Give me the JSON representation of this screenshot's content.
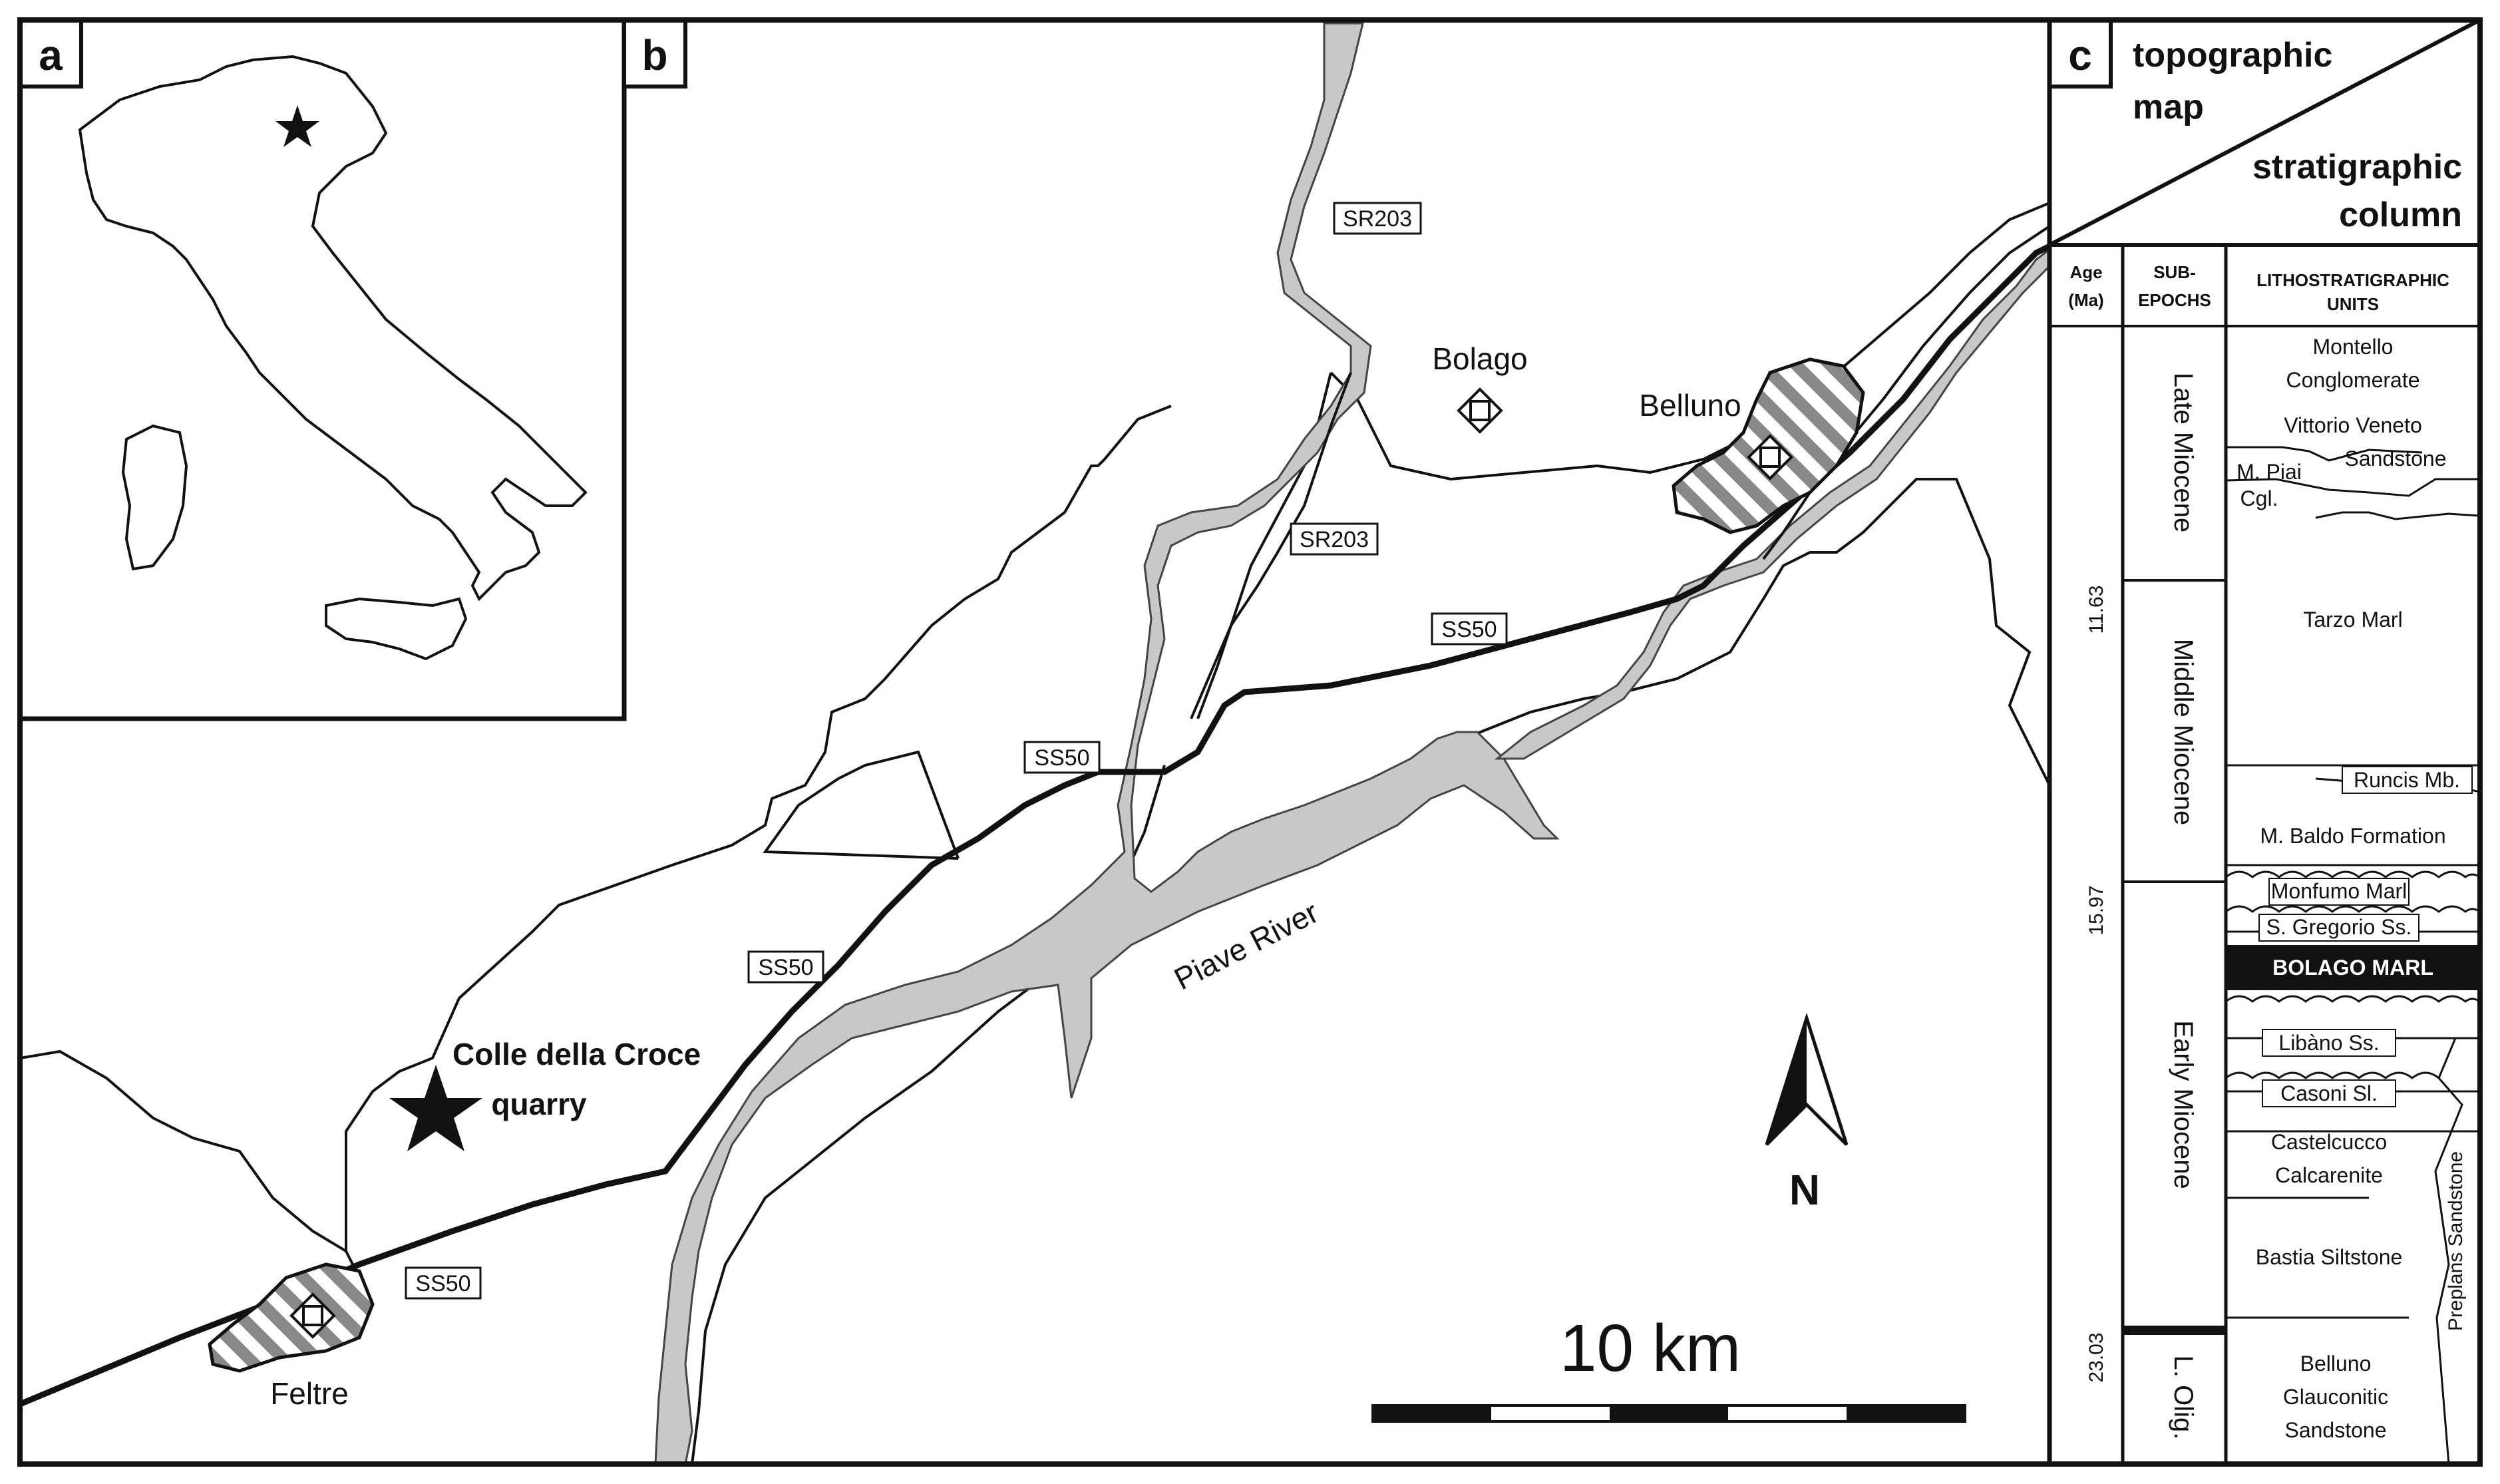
{
  "panels": {
    "a": "a",
    "b": "b",
    "c": "c"
  },
  "map": {
    "roads": {
      "sr203_north": "SR203",
      "sr203_south": "SR203",
      "ss50_belluno": "SS50",
      "ss50_center": "SS50",
      "ss50_mid": "SS50",
      "ss50_feltre": "SS50"
    },
    "places": {
      "bolago": "Bolago",
      "belluno": "Belluno",
      "feltre": "Feltre",
      "quarry_line1": "Colle della Croce",
      "quarry_line2": "quarry"
    },
    "river": "Piave River",
    "north": "N",
    "scale_label": "10 km"
  },
  "column": {
    "header_topo_1": "topographic",
    "header_topo_2": "map",
    "header_strat_1": "stratigraphic",
    "header_strat_2": "column",
    "col_age_1": "Age",
    "col_age_2": "(Ma)",
    "col_sub_1": "SUB-",
    "col_sub_2": "EPOCHS",
    "col_litho_1": "LITHOSTRATIGRAPHIC",
    "col_litho_2": "UNITS",
    "epochs": {
      "late": "Late Miocene",
      "middle": "Middle Miocene",
      "early": "Early Miocene",
      "lolig": "L. Olig."
    },
    "ages": {
      "a1": "11.63",
      "a2": "15.97",
      "a3": "23.03"
    },
    "units": {
      "montello_1": "Montello",
      "montello_2": "Conglomerate",
      "vittorio_1": "Vittorio Veneto",
      "vittorio_2": "Sandstone",
      "piai_1": "M. Piai",
      "piai_2": "Cgl.",
      "tarzo": "Tarzo Marl",
      "runcis": "Runcis Mb.",
      "baldo": "M. Baldo Formation",
      "monfumo": "Monfumo Marl",
      "gregorio": "S. Gregorio Ss.",
      "bolago": "BOLAGO MARL",
      "libano": "Libàno Ss.",
      "casoni": "Casoni Sl.",
      "castel_1": "Castelcucco",
      "castel_2": "Calcarenite",
      "bastia": "Bastia Siltstone",
      "preplans": "Preplans Sandstone",
      "belluno_1": "Belluno",
      "belluno_2": "Glauconitic",
      "belluno_3": "Sandstone"
    }
  }
}
